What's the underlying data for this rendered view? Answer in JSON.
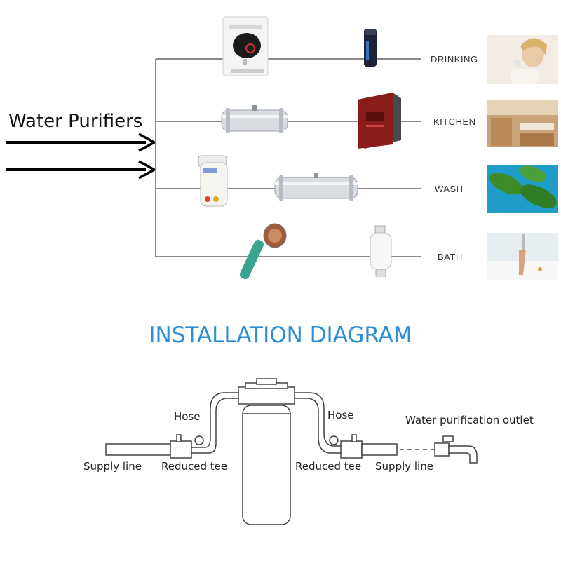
{
  "header": {
    "title": "Water Purifiers"
  },
  "uses": [
    {
      "label": "DRINKING"
    },
    {
      "label": "KITCHEN"
    },
    {
      "label": "WASH"
    },
    {
      "label": "BATH"
    }
  ],
  "installation": {
    "title": "INSTALLATION DIAGRAM",
    "labels": {
      "hose_left": "Hose",
      "hose_right": "Hose",
      "supply_left": "Supply line",
      "supply_right": "Supply line",
      "tee_left": "Reduced tee",
      "tee_right": "Reduced tee",
      "outlet": "Water purification outlet"
    }
  },
  "colors": {
    "line": "#8a8a8a",
    "title_blue": "#2c8fd6",
    "purifier_red": "#8b1a1a"
  }
}
